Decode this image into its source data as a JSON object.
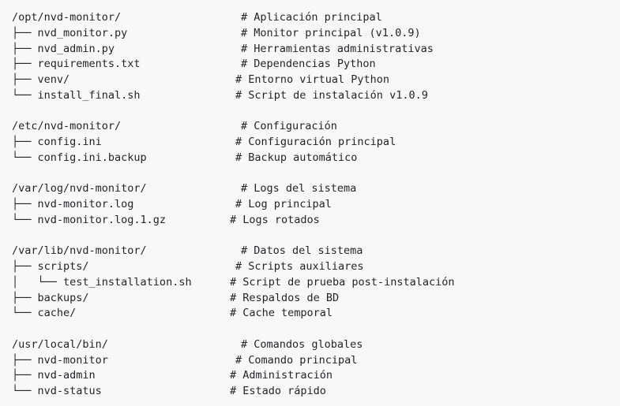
{
  "tree": [
    {
      "path": "/opt/nvd-monitor/",
      "comment": "# Aplicación principal"
    },
    {
      "path": "├── nvd_monitor.py",
      "comment": "# Monitor principal (v1.0.9)"
    },
    {
      "path": "├── nvd_admin.py",
      "comment": "# Herramientas administrativas"
    },
    {
      "path": "├── requirements.txt",
      "comment": "# Dependencias Python"
    },
    {
      "path": "├── venv/",
      "comment": "# Entorno virtual Python"
    },
    {
      "path": "└── install_final.sh",
      "comment": "# Script de instalación v1.0.9"
    },
    {
      "path": "",
      "comment": ""
    },
    {
      "path": "/etc/nvd-monitor/",
      "comment": "# Configuración"
    },
    {
      "path": "├── config.ini",
      "comment": "# Configuración principal"
    },
    {
      "path": "└── config.ini.backup",
      "comment": "# Backup automático"
    },
    {
      "path": "",
      "comment": ""
    },
    {
      "path": "/var/log/nvd-monitor/",
      "comment": "# Logs del sistema"
    },
    {
      "path": "├── nvd-monitor.log",
      "comment": "# Log principal"
    },
    {
      "path": "└── nvd-monitor.log.1.gz",
      "comment": "# Logs rotados"
    },
    {
      "path": "",
      "comment": ""
    },
    {
      "path": "/var/lib/nvd-monitor/",
      "comment": "# Datos del sistema"
    },
    {
      "path": "├── scripts/",
      "comment": "# Scripts auxiliares"
    },
    {
      "path": "│   └── test_installation.sh",
      "comment": "# Script de prueba post-instalación"
    },
    {
      "path": "├── backups/",
      "comment": "# Respaldos de BD"
    },
    {
      "path": "└── cache/",
      "comment": "# Cache temporal"
    },
    {
      "path": "",
      "comment": ""
    },
    {
      "path": "/usr/local/bin/",
      "comment": "# Comandos globales"
    },
    {
      "path": "├── nvd-monitor",
      "comment": "# Comando principal"
    },
    {
      "path": "├── nvd-admin",
      "comment": "# Administración"
    },
    {
      "path": "└── nvd-status",
      "comment": "# Estado rápido"
    }
  ]
}
